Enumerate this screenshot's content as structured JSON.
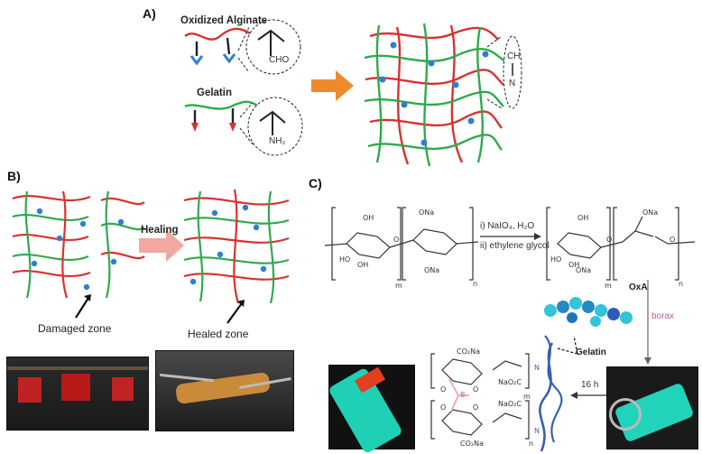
{
  "panels": {
    "a": "A)",
    "b": "B)",
    "c": "C)"
  },
  "panel_a": {
    "oxidized_alginate": "Oxidized Alginate",
    "gelatin": "Gelatin",
    "aldehyde_group": "CHO",
    "amine_group": "NH₂",
    "imine_top": "CH",
    "imine_bottom": "N"
  },
  "panel_b": {
    "healing": "Healing",
    "damaged_zone": "Damaged zone",
    "healed_zone": "Healed zone"
  },
  "panel_c": {
    "step1": "i) NaIO₄, H₂O",
    "step2": "ii) ethylene glycol",
    "product": "OxA",
    "borax": "borax",
    "gelatin": "Gelatin",
    "time": "16 h",
    "labels": [
      "OH",
      "ONa",
      "HO",
      "OH",
      "O",
      "ONa",
      "m",
      "n",
      "OH",
      "O",
      "ONa",
      "HO",
      "OH",
      "O",
      "ONa",
      "m",
      "n",
      "CO₂Na",
      "O",
      "O",
      "B",
      "O",
      "O",
      "CO₂Na",
      "NaO₂C",
      "NaO₂C",
      "N",
      "N",
      "m",
      "n"
    ]
  },
  "colors": {
    "alginate": "#d8322f",
    "gelatin": "#2faa4d",
    "crosslink": "#222222",
    "node": "#2f7fcf",
    "arrow_orange": "#ef8a2a",
    "arrow_pink": "#f1a7a2",
    "borax": "#c05aa0",
    "borate": "#e79fb6",
    "gelatin_chain": "#3a5fb2"
  }
}
